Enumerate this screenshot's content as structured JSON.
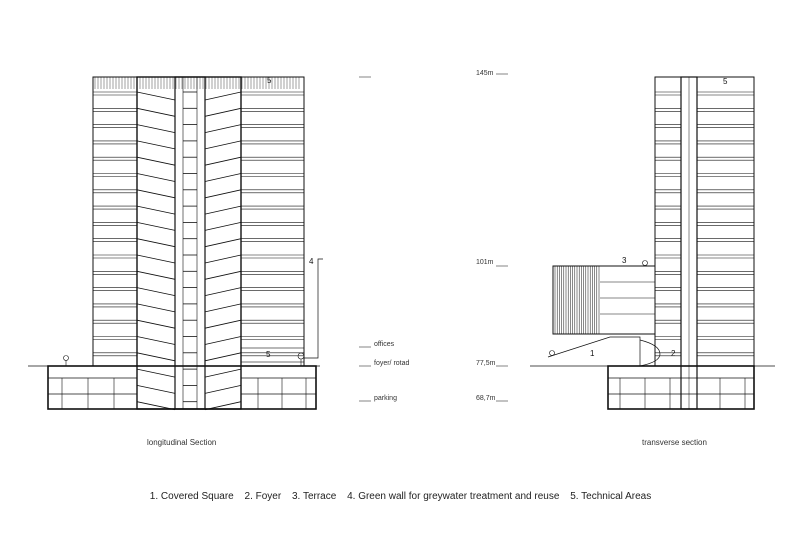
{
  "levels": {
    "l145": "145m",
    "l101": "101m",
    "l775": "77,5m",
    "l687": "68,7m"
  },
  "zones": {
    "offices": "offices",
    "foyer": "foyer/ rotad",
    "parking": "parking"
  },
  "captions": {
    "left": "longitudinal Section",
    "right": "transverse section"
  },
  "tags": {
    "t1": "1",
    "t2": "2",
    "t3": "3",
    "t4": "4",
    "t5a": "5",
    "t5b": "5",
    "t5c": "5"
  },
  "legend": [
    {
      "num": "1.",
      "text": "Covered Square"
    },
    {
      "num": "2.",
      "text": "Foyer"
    },
    {
      "num": "3.",
      "text": "Terrace"
    },
    {
      "num": "4.",
      "text": "Green wall for greywater treatment and reuse"
    },
    {
      "num": "5.",
      "text": "Technical Areas"
    }
  ]
}
